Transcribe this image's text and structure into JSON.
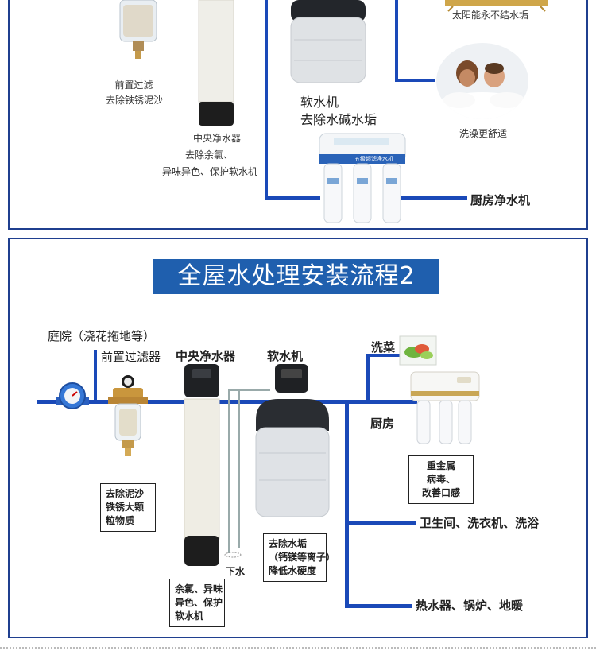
{
  "top": {
    "prefilter": {
      "line1": "前置过滤",
      "line2": "去除铁锈泥沙"
    },
    "central": {
      "line1": "中央净水器",
      "line2": "去除余氯、",
      "line3": "异味异色、保护软水机"
    },
    "softener": {
      "line1": "软水机",
      "line2": "去除水碱水垢"
    },
    "solar": {
      "label": "太阳能永不结水垢"
    },
    "bath": {
      "label": "洗澡更舒适"
    },
    "kitchen": {
      "label": "厨房净水机"
    },
    "ro_brand": "五级超滤净水机"
  },
  "bottom": {
    "title": "全屋水处理安装流程2",
    "yard": "庭院（浇花拖地等）",
    "prefilter_label": "前置过滤器",
    "central_label": "中央净水器",
    "softener_label": "软水机",
    "wash_veg": "洗菜",
    "kitchen": "厨房",
    "drain": "下水",
    "bath_laundry": "卫生间、洗衣机、洗浴",
    "heater": "热水器、锅炉、地暖",
    "box_prefilter": [
      "去除泥沙",
      "铁锈大颗",
      "粒物质"
    ],
    "box_central": [
      "余氯、异味",
      "异色、保护",
      "软水机"
    ],
    "box_softener": [
      "去除水垢",
      "（钙镁等离子）",
      "降低水硬度"
    ],
    "box_ro": [
      "重金属",
      "病毒、",
      "改善口感"
    ]
  },
  "colors": {
    "pipe": "#1a49b8",
    "frame": "#1f3f8f",
    "title_bg": "#1f5fae"
  }
}
